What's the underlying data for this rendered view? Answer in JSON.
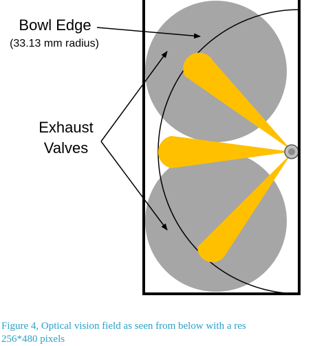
{
  "labels": {
    "bowl_edge": "Bowl Edge",
    "bowl_edge_radius": "(33.13 mm radius)",
    "exhaust_line1": "Exhaust",
    "exhaust_line2": "Valves"
  },
  "caption": {
    "line1": "Figure 4, Optical vision field as seen from below with a res",
    "line2": "256*480 pixels"
  },
  "colors": {
    "valve_fill": "#a6a6a6",
    "spray_fill": "#ffc000",
    "frame": "#000000",
    "caption_text": "#2aa1c9"
  }
}
